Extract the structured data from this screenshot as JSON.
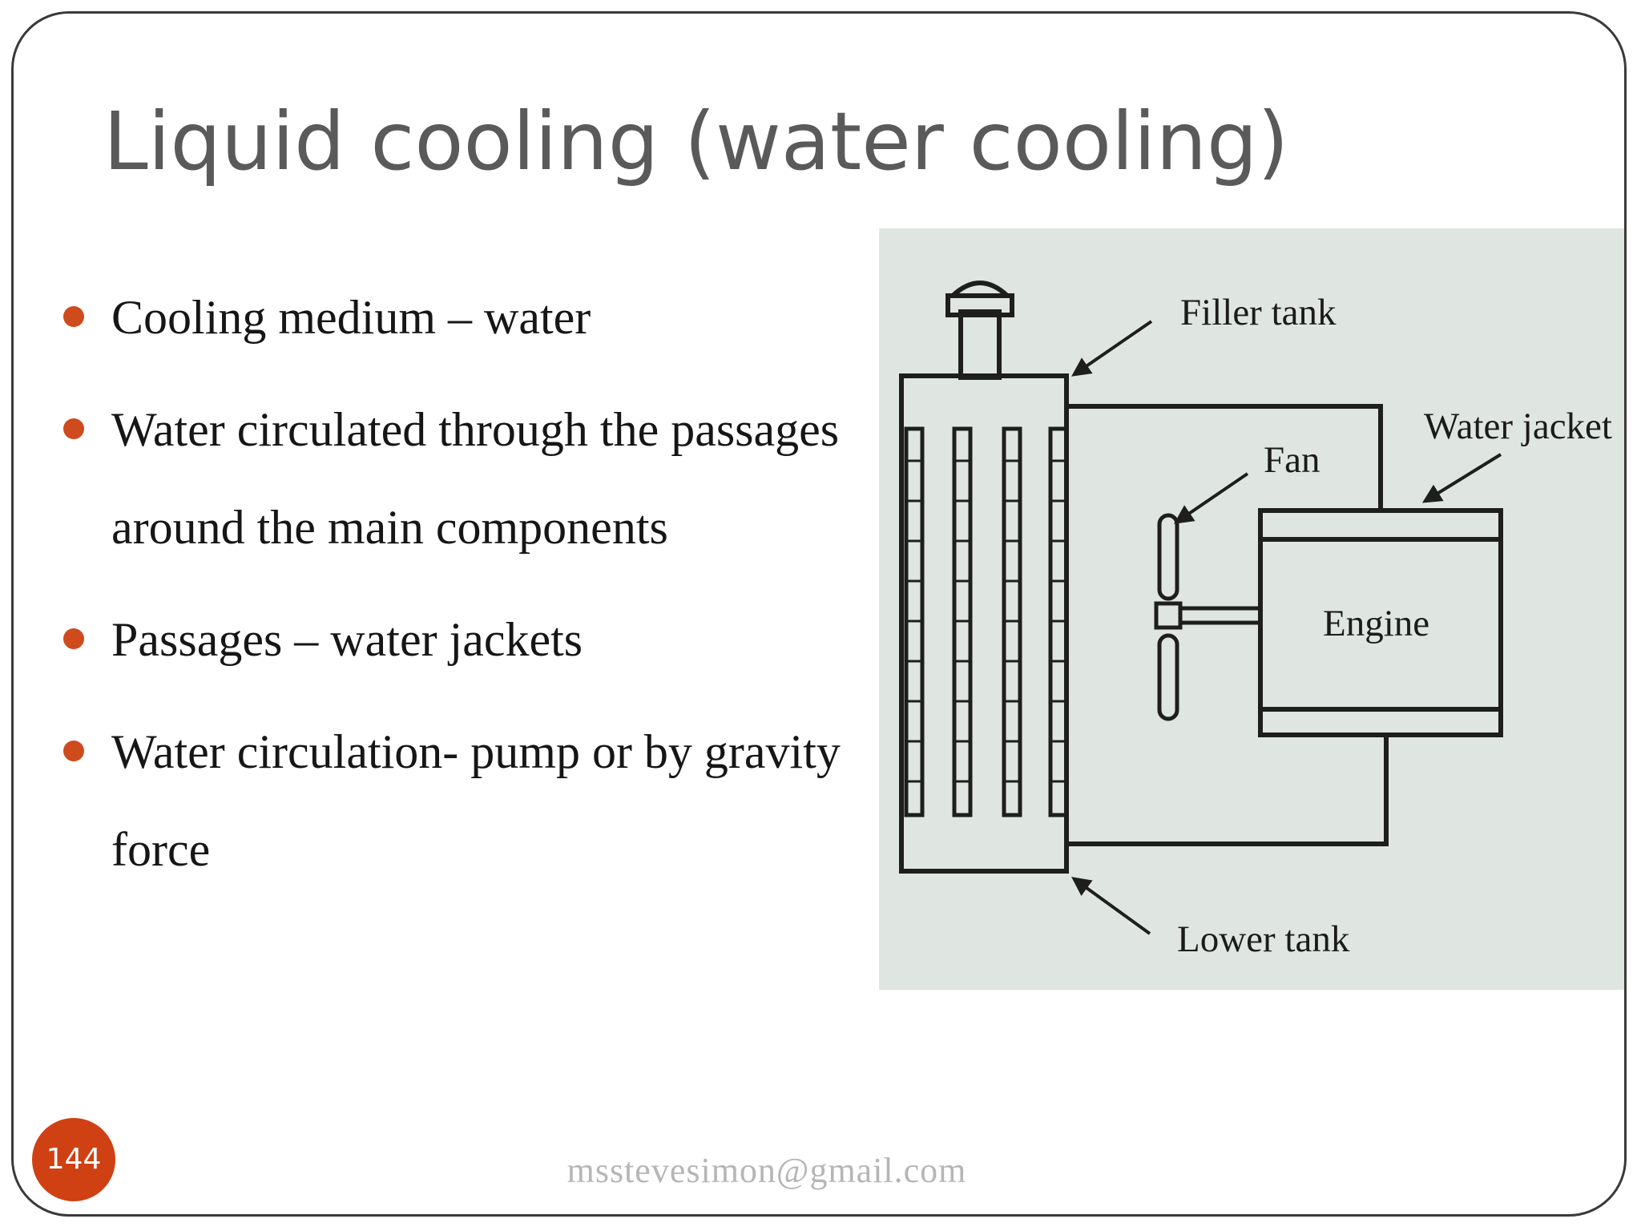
{
  "slide": {
    "title": "Liquid cooling (water cooling)",
    "bullets": [
      "Cooling medium – water",
      "Water circulated through the passages around the main components",
      "Passages – water jackets",
      "Water circulation- pump or by gravity force"
    ],
    "slide_number": "144",
    "footer": "msstevesimon@gmail.com"
  },
  "diagram": {
    "labels": {
      "filler_tank": "Filler tank",
      "water_jacket": "Water jacket",
      "fan": "Fan",
      "engine": "Engine",
      "lower_tank": "Lower tank"
    }
  },
  "colors": {
    "accent": "#cf4a1c",
    "title_text": "#5a5a5a",
    "body_text": "#161616",
    "footer_text": "#b6b6b6",
    "diagram_background": "#dfe6e1"
  }
}
